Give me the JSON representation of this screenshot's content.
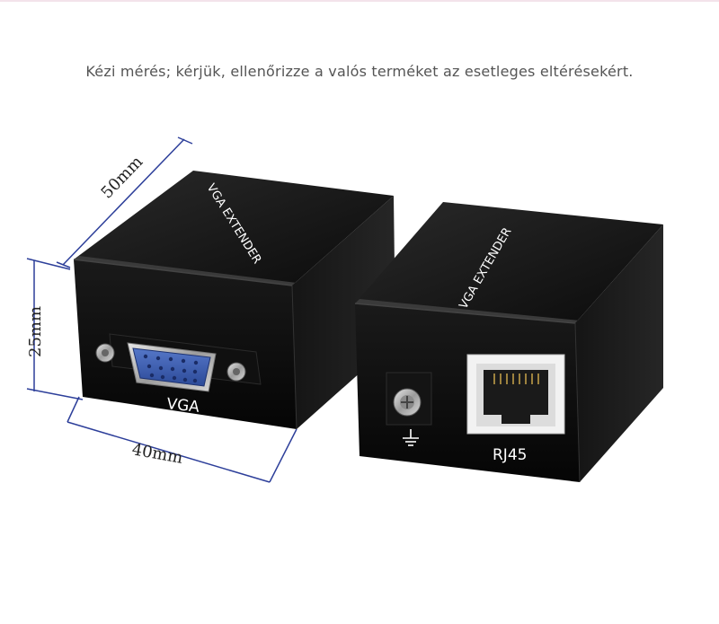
{
  "caption": "Kézi mérés; kérjük, ellenőrizze a valós terméket az esetleges eltérésekért.",
  "dimensions": {
    "depth": "50mm",
    "height": "25mm",
    "width": "40mm"
  },
  "left_unit": {
    "top_print": "VGA EXTENDER",
    "port_label": "VGA"
  },
  "right_unit": {
    "top_print": "VGA EXTENDER",
    "port_label": "RJ45"
  },
  "colors": {
    "dimension_line": "#2d3f9a",
    "housing": "#0c0c0c",
    "vga_port": "#3a5fb0"
  }
}
